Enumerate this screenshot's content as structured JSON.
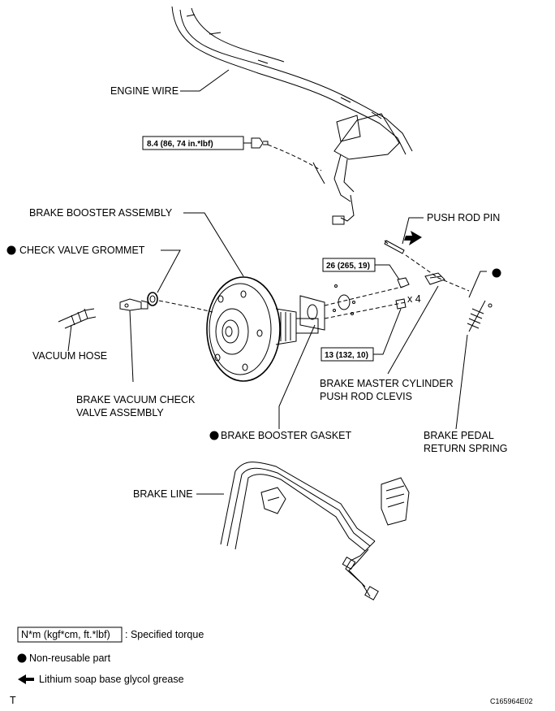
{
  "labels": {
    "engine_wire": "ENGINE WIRE",
    "brake_booster_assembly": "BRAKE BOOSTER ASSEMBLY",
    "check_valve_grommet": "CHECK VALVE GROMMET",
    "push_rod_pin": "PUSH ROD PIN",
    "vacuum_hose": "VACUUM HOSE",
    "brake_vacuum_check_valve_line1": "BRAKE VACUUM CHECK",
    "brake_vacuum_check_valve_line2": "VALVE ASSEMBLY",
    "brake_booster_gasket": "BRAKE BOOSTER GASKET",
    "master_cyl_clevis_line1": "BRAKE MASTER CYLINDER",
    "master_cyl_clevis_line2": "PUSH ROD CLEVIS",
    "pedal_spring_line1": "BRAKE PEDAL",
    "pedal_spring_line2": "RETURN SPRING",
    "brake_line": "BRAKE LINE",
    "times_four": "x 4"
  },
  "torques": {
    "bracket_bolt": "8.4 (86, 74 in.*lbf)",
    "clevis_nut": "26 (265, 19)",
    "booster_nuts": "13 (132, 10)"
  },
  "legend": {
    "torque_box": "N*m (kgf*cm, ft.*lbf)",
    "torque_desc": ": Specified torque",
    "non_reusable": "Non-reusable part",
    "grease": "Lithium soap base glycol grease"
  },
  "footer": {
    "left_mark": "T",
    "figure_code": "C165964E02"
  },
  "colors": {
    "line": "#000000",
    "background": "#ffffff"
  }
}
